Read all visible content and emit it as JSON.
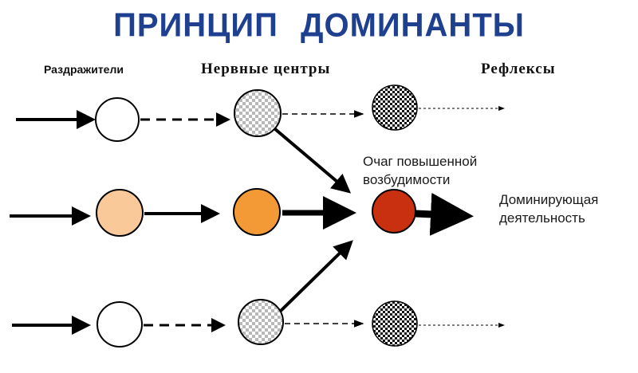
{
  "title": "ПРИНЦИП ДОМИНАНТЫ",
  "columns": {
    "stimuli": "Раздражители",
    "centers": "Нервные центры",
    "reflexes": "Рефлексы"
  },
  "annotations": {
    "focus_line1": "Очаг повышенной",
    "focus_line2": "возбудимости",
    "dominant_line1": "Доминирующая",
    "dominant_line2": "деятельность"
  },
  "colors": {
    "title": "#1f3f8f",
    "stimulus_active": "#f9c99a",
    "center_active": "#f39a36",
    "dominant_focus": "#c83010",
    "inactive": "#ffffff",
    "stroke": "#000000"
  }
}
